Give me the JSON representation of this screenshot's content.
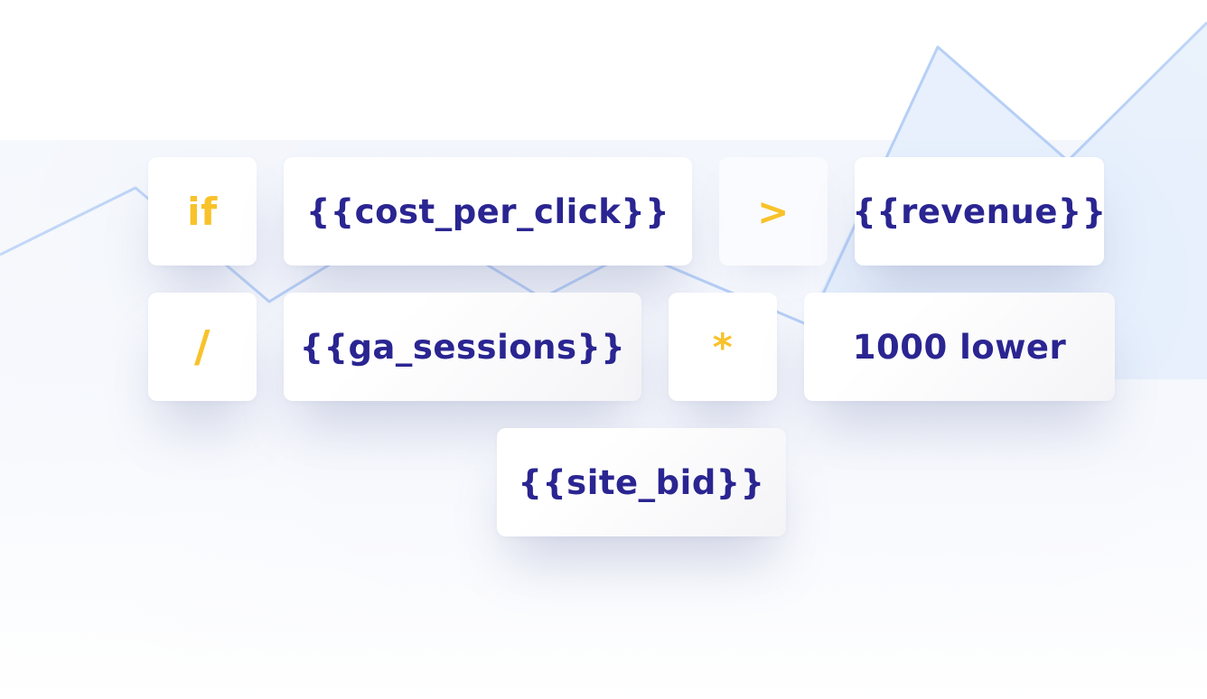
{
  "colors": {
    "variable_text": "#2a2591",
    "operator_text": "#f8c22a",
    "chart_line": "#b6cff6",
    "chart_fill": "#e3edfc"
  },
  "row1": {
    "keyword_if": "if",
    "variable_cost_per_click": "{{cost_per_click}}",
    "operator_greater_than": ">",
    "variable_revenue": "{{revenue}}"
  },
  "row2": {
    "operator_divide": "/",
    "variable_ga_sessions": "{{ga_sessions}}",
    "operator_multiply": "*",
    "literal_value": "1000 lower"
  },
  "row3": {
    "variable_site_bid": "{{site_bid}}"
  }
}
